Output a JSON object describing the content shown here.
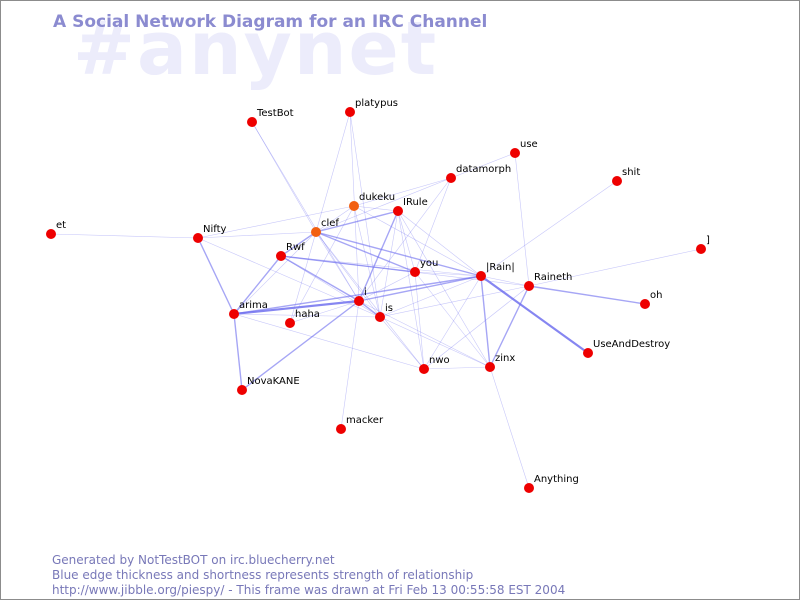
{
  "header": {
    "watermark": "#anynet",
    "title": "A Social Network Diagram for an IRC Channel"
  },
  "colors": {
    "edge": "#6b6bee",
    "node": "#ee0000",
    "node_highlight": "#f25f10",
    "title": "#8b8bd0",
    "watermark": "#ececfb",
    "footer": "#7878b8"
  },
  "graph": {
    "nodes": [
      {
        "id": "TestBot",
        "label": "TestBot"
      },
      {
        "id": "platypus",
        "label": "platypus"
      },
      {
        "id": "use",
        "label": "use"
      },
      {
        "id": "datamorph",
        "label": "datamorph"
      },
      {
        "id": "shit",
        "label": "shit"
      },
      {
        "id": "dukeku",
        "label": "dukeku",
        "highlight": true
      },
      {
        "id": "IRule",
        "label": "IRule"
      },
      {
        "id": "et",
        "label": "et"
      },
      {
        "id": "Nifty",
        "label": "Nifty"
      },
      {
        "id": "clef",
        "label": "clef",
        "highlight": true
      },
      {
        "id": "]",
        "label": "]"
      },
      {
        "id": "Rwf",
        "label": "Rwf"
      },
      {
        "id": "you",
        "label": "you"
      },
      {
        "id": "Rain",
        "label": "|Rain|"
      },
      {
        "id": "Raineth",
        "label": "Raineth"
      },
      {
        "id": "oh",
        "label": "oh"
      },
      {
        "id": "i",
        "label": "i"
      },
      {
        "id": "arima",
        "label": "arima"
      },
      {
        "id": "haha",
        "label": "haha"
      },
      {
        "id": "is",
        "label": "is"
      },
      {
        "id": "UseAndDestroy",
        "label": "UseAndDestroy"
      },
      {
        "id": "nwo",
        "label": "nwo"
      },
      {
        "id": "zinx",
        "label": "zinx"
      },
      {
        "id": "NovaKANE",
        "label": "NovaKANE"
      },
      {
        "id": "macker",
        "label": "macker"
      },
      {
        "id": "Anything",
        "label": "Anything"
      }
    ],
    "edges": [
      [
        "TestBot",
        "clef",
        1
      ],
      [
        "TestBot",
        "i",
        1
      ],
      [
        "platypus",
        "clef",
        1
      ],
      [
        "platypus",
        "i",
        1
      ],
      [
        "platypus",
        "is",
        1
      ],
      [
        "use",
        "datamorph",
        1
      ],
      [
        "use",
        "Raineth",
        1
      ],
      [
        "datamorph",
        "dukeku",
        1
      ],
      [
        "datamorph",
        "clef",
        1
      ],
      [
        "datamorph",
        "i",
        1
      ],
      [
        "datamorph",
        "you",
        1
      ],
      [
        "shit",
        "Rain",
        1
      ],
      [
        "dukeku",
        "Nifty",
        1
      ],
      [
        "dukeku",
        "IRule",
        1
      ],
      [
        "dukeku",
        "clef",
        1
      ],
      [
        "dukeku",
        "Rain",
        1
      ],
      [
        "dukeku",
        "is",
        1
      ],
      [
        "dukeku",
        "haha",
        1
      ],
      [
        "IRule",
        "clef",
        2
      ],
      [
        "IRule",
        "i",
        2
      ],
      [
        "IRule",
        "you",
        1
      ],
      [
        "IRule",
        "nwo",
        1
      ],
      [
        "IRule",
        "Rain",
        1
      ],
      [
        "IRule",
        "is",
        1
      ],
      [
        "IRule",
        "zinx",
        1
      ],
      [
        "et",
        "Nifty",
        1
      ],
      [
        "Nifty",
        "clef",
        1
      ],
      [
        "Nifty",
        "arima",
        2
      ],
      [
        "Nifty",
        "is",
        1
      ],
      [
        "clef",
        "Rwf",
        2
      ],
      [
        "clef",
        "you",
        2
      ],
      [
        "clef",
        "Rain",
        2
      ],
      [
        "clef",
        "i",
        1
      ],
      [
        "clef",
        "is",
        1
      ],
      [
        "clef",
        "arima",
        1
      ],
      [
        "clef",
        "haha",
        1
      ],
      [
        "clef",
        "nwo",
        1
      ],
      [
        "]",
        "Raineth",
        1
      ],
      [
        "Rwf",
        "you",
        2
      ],
      [
        "Rwf",
        "i",
        2
      ],
      [
        "Rwf",
        "arima",
        2
      ],
      [
        "Rwf",
        "is",
        1
      ],
      [
        "Rwf",
        "Rain",
        1
      ],
      [
        "Rwf",
        "Raineth",
        1
      ],
      [
        "you",
        "Rain",
        1
      ],
      [
        "you",
        "i",
        1
      ],
      [
        "you",
        "nwo",
        1
      ],
      [
        "you",
        "zinx",
        1
      ],
      [
        "Rain",
        "Raineth",
        1
      ],
      [
        "Rain",
        "i",
        2
      ],
      [
        "Rain",
        "is",
        1
      ],
      [
        "Rain",
        "zinx",
        2
      ],
      [
        "Rain",
        "nwo",
        1
      ],
      [
        "Rain",
        "UseAndDestroy",
        3
      ],
      [
        "Rain",
        "arima",
        2
      ],
      [
        "Raineth",
        "oh",
        2
      ],
      [
        "Raineth",
        "zinx",
        2
      ],
      [
        "Raineth",
        "nwo",
        1
      ],
      [
        "Raineth",
        "is",
        1
      ],
      [
        "i",
        "arima",
        3
      ],
      [
        "i",
        "is",
        2
      ],
      [
        "i",
        "NovaKANE",
        2
      ],
      [
        "i",
        "haha",
        1
      ],
      [
        "i",
        "zinx",
        1
      ],
      [
        "i",
        "macker",
        1
      ],
      [
        "is",
        "arima",
        1
      ],
      [
        "is",
        "nwo",
        1
      ],
      [
        "is",
        "zinx",
        1
      ],
      [
        "arima",
        "NovaKANE",
        2
      ],
      [
        "arima",
        "nwo",
        1
      ],
      [
        "nwo",
        "zinx",
        1
      ],
      [
        "zinx",
        "Anything",
        1
      ]
    ]
  },
  "footer": {
    "line1": "Generated by NotTestBOT on irc.bluecherry.net",
    "line2": "Blue edge thickness and shortness represents strength of relationship",
    "line3": "http://www.jibble.org/piespy/ - This frame was drawn at Fri Feb 13 00:55:58 EST 2004"
  }
}
